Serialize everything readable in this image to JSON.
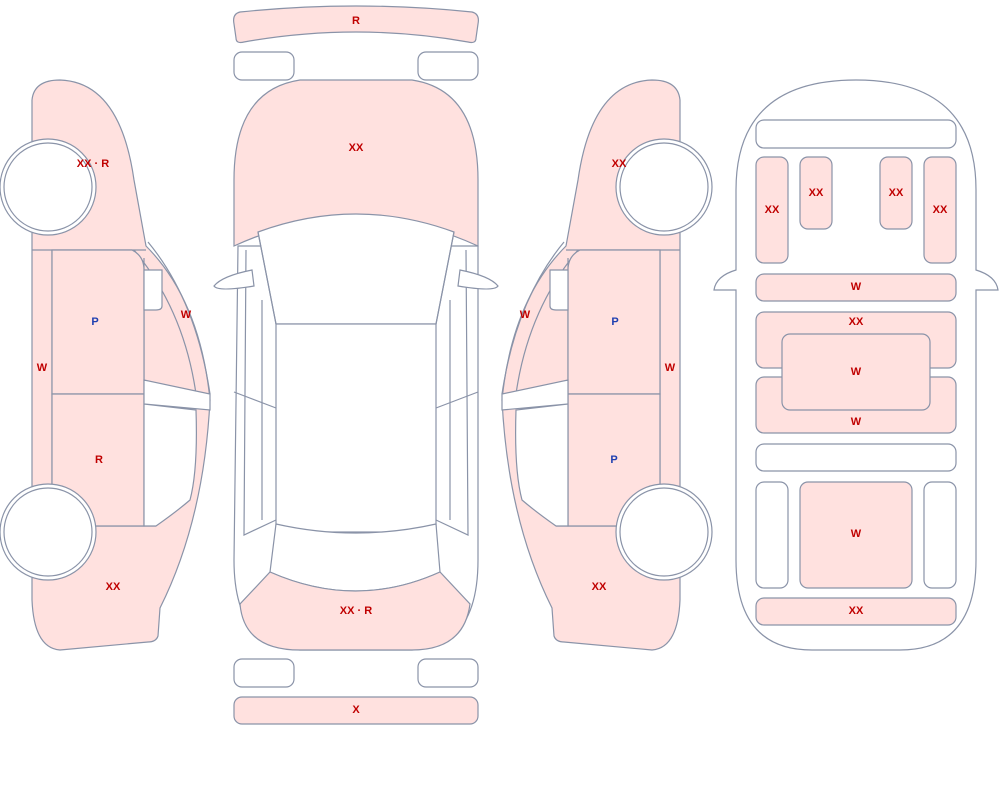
{
  "colors": {
    "damage_fill": "#ffe1df",
    "outline": "#8a93a8",
    "code_red": "#c00000",
    "code_blue": "#1f3fb0"
  },
  "labels": {
    "top_front_bumper": "R",
    "top_hood": "XX",
    "top_trunk": "XX · R",
    "top_rear_bumper": "X",
    "left_front_fender": "XX · R",
    "left_sill": "W",
    "left_front_door": "P",
    "left_rear_door": "R",
    "left_pillar": "W",
    "left_rear_quarter": "XX",
    "right_front_fender": "XX",
    "right_pillar": "W",
    "right_front_door": "P",
    "right_rear_door": "P",
    "right_sill": "W",
    "right_rear_quarter": "XX",
    "int_seat_left_outer": "XX",
    "int_seat_left_inner": "XX",
    "int_seat_right_inner": "XX",
    "int_seat_right_outer": "XX",
    "int_dash": "W",
    "int_front_seats": "XX",
    "int_console": "W",
    "int_rear_seats": "W",
    "int_cargo": "W",
    "int_rear_panel": "XX"
  }
}
